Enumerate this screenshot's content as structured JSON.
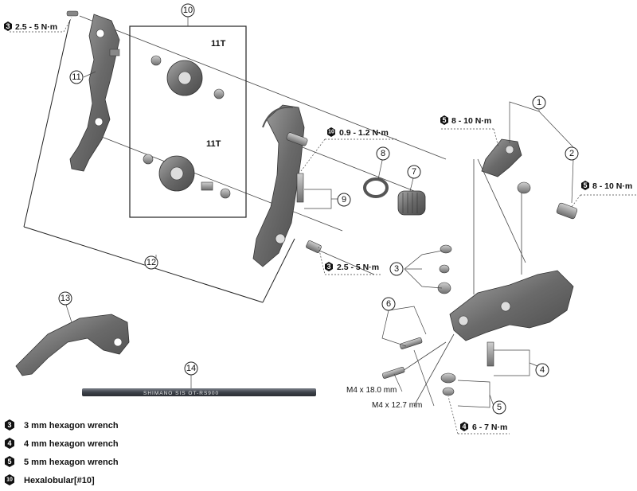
{
  "callouts": {
    "c1": "1",
    "c2": "2",
    "c3": "3",
    "c4": "4",
    "c5": "5",
    "c6": "6",
    "c7": "7",
    "c8": "8",
    "c9": "9",
    "c10": "10",
    "c11": "11",
    "c12": "12",
    "c13": "13",
    "c14": "14"
  },
  "pulley_labels": {
    "top": "11T",
    "bottom": "11T"
  },
  "torque_specs": {
    "top_left": {
      "tool": "3",
      "value": "2.5 - 5 N·m"
    },
    "hex10": {
      "tool": "10",
      "value": "0.9 - 1.2 N·m"
    },
    "mid": {
      "tool": "3",
      "value": "2.5 - 5 N·m"
    },
    "right_top": {
      "tool": "5",
      "value": "8 - 10 N·m"
    },
    "right_far": {
      "tool": "5",
      "value": "8 - 10 N·m"
    },
    "bottom": {
      "tool": "4",
      "value": "6 - 7 N·m"
    }
  },
  "bolt_specs": {
    "long": "M4 x 18.0 mm",
    "short": "M4 x 12.7 mm"
  },
  "cable_print": "SHIMANO  SIS   OT-RS900",
  "legend": [
    {
      "tool": "3",
      "text": "3 mm hexagon wrench"
    },
    {
      "tool": "4",
      "text": "4 mm hexagon wrench"
    },
    {
      "tool": "5",
      "text": "5 mm hexagon wrench"
    },
    {
      "tool": "10",
      "text": "Hexalobular[#10]"
    }
  ],
  "colors": {
    "metal_dark": "#4a4a4a",
    "metal_mid": "#8a8a8a",
    "metal_light": "#c8c8c8",
    "badge": "#111111"
  }
}
